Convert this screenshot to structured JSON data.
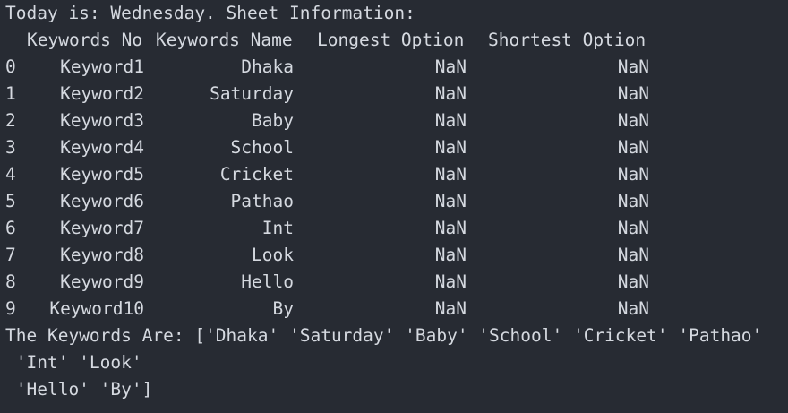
{
  "output": {
    "header_line": "Today is: Wednesday. Sheet Information:",
    "table": {
      "columns": [
        "Keywords No",
        "Keywords Name",
        "Longest Option",
        "Shortest Option"
      ],
      "rows": [
        {
          "index": "0",
          "keywords_no": "Keyword1",
          "keywords_name": "Dhaka",
          "longest": "NaN",
          "shortest": "NaN"
        },
        {
          "index": "1",
          "keywords_no": "Keyword2",
          "keywords_name": "Saturday",
          "longest": "NaN",
          "shortest": "NaN"
        },
        {
          "index": "2",
          "keywords_no": "Keyword3",
          "keywords_name": "Baby",
          "longest": "NaN",
          "shortest": "NaN"
        },
        {
          "index": "3",
          "keywords_no": "Keyword4",
          "keywords_name": "School",
          "longest": "NaN",
          "shortest": "NaN"
        },
        {
          "index": "4",
          "keywords_no": "Keyword5",
          "keywords_name": "Cricket",
          "longest": "NaN",
          "shortest": "NaN"
        },
        {
          "index": "5",
          "keywords_no": "Keyword6",
          "keywords_name": "Pathao",
          "longest": "NaN",
          "shortest": "NaN"
        },
        {
          "index": "6",
          "keywords_no": "Keyword7",
          "keywords_name": "Int",
          "longest": "NaN",
          "shortest": "NaN"
        },
        {
          "index": "7",
          "keywords_no": "Keyword8",
          "keywords_name": "Look",
          "longest": "NaN",
          "shortest": "NaN"
        },
        {
          "index": "8",
          "keywords_no": "Keyword9",
          "keywords_name": "Hello",
          "longest": "NaN",
          "shortest": "NaN"
        },
        {
          "index": "9",
          "keywords_no": "Keyword10",
          "keywords_name": "By",
          "longest": "NaN",
          "shortest": "NaN"
        }
      ]
    },
    "keywords_lines": [
      "The Keywords Are: ['Dhaka' 'Saturday' 'Baby' 'School' 'Cricket' 'Pathao'",
      " 'Int' 'Look'",
      " 'Hello' 'By']"
    ]
  },
  "colors": {
    "background": "#272b33",
    "text": "#d5d9e0"
  }
}
